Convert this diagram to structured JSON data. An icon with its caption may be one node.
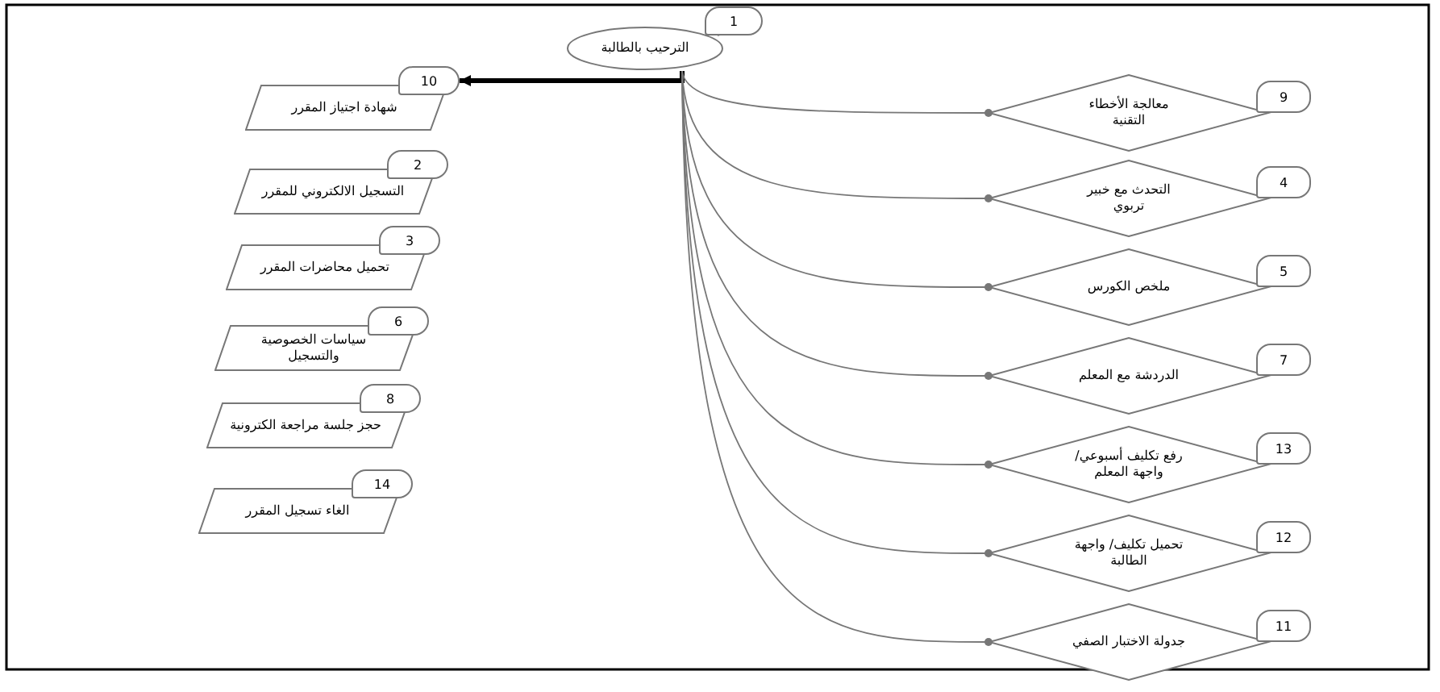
{
  "diagram": {
    "nodes": [
      {
        "text": [
          "1",
          "الترحيب بالطالبة"
        ]
      },
      {
        "text": [
          "10",
          "شهادة اجتياز المقرر"
        ]
      },
      {
        "text": [
          "2",
          "التسجيل الالكتروني للمقرر"
        ]
      },
      {
        "text": [
          "3",
          "تحميل محاضرات المقرر"
        ]
      },
      {
        "text": [
          "6",
          "سياسات الخصوصية والتسجيل"
        ]
      },
      {
        "text": [
          "8",
          "حجز جلسة مراجعة الكترونية"
        ]
      },
      {
        "text": [
          "14",
          "الغاء تسجيل المقرر"
        ]
      },
      {
        "text": [
          "9",
          "معالجة الأخطاء التقنية"
        ]
      },
      {
        "text": [
          "4",
          "التحدث مع خبير تربوي"
        ]
      },
      {
        "text": [
          "5",
          "ملخص الكورس"
        ]
      },
      {
        "text": [
          "7",
          "الدردشة مع المعلم"
        ]
      },
      {
        "text": [
          "13",
          "رفع تكليف أسبوعي/ واجهة المعلم"
        ]
      },
      {
        "text": [
          "12",
          "تحميل تكليف/ واجهة الطالبة"
        ]
      },
      {
        "text": [
          "11",
          "جدولة الاختبار الصفي"
        ]
      }
    ],
    "edges": [
      {
        "from": 0,
        "to": 1,
        "arrow": "to",
        "style": "thick",
        "color": "#000000"
      },
      {
        "from": 0,
        "to": 7,
        "arrow": "other"
      },
      {
        "from": 0,
        "to": 8,
        "arrow": "other"
      },
      {
        "from": 0,
        "to": 9,
        "arrow": "other"
      },
      {
        "from": 0,
        "to": 10,
        "arrow": "other"
      },
      {
        "from": 0,
        "to": 11,
        "arrow": "other"
      },
      {
        "from": 0,
        "to": 12,
        "arrow": "other"
      },
      {
        "from": 0,
        "to": 13,
        "arrow": "other"
      }
    ]
  }
}
